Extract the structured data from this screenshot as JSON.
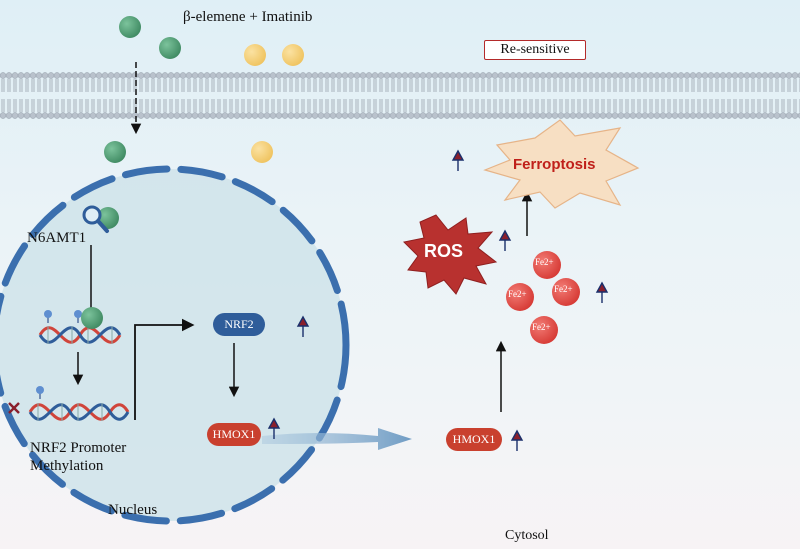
{
  "drugs": {
    "beta_elemene": "β-elemene",
    "plus": "+",
    "imatinib": "Imatinib"
  },
  "badge": {
    "resensitive": "Re-sensitive"
  },
  "nucleus": {
    "n6amt1": "N6AMT1",
    "nrf2_methylation_line1": "NRF2 Promoter",
    "nrf2_methylation_line2": "Methylation",
    "label": "Nucleus",
    "nrf2": "NRF2",
    "hmox1": "HMOX1"
  },
  "cytosol": {
    "hmox1": "HMOX1",
    "ros": "ROS",
    "ferroptosis": "Ferroptosis",
    "fe_ions": [
      "Fe2+",
      "Fe2+",
      "Fe2+",
      "Fe2+"
    ],
    "label": "Cytosol"
  },
  "colors": {
    "green_drug": "#4f9a73",
    "yellow_drug": "#f6d27e",
    "nucleus_border": "#3b6fae",
    "nrf2_pill": "#2f5d9a",
    "hmox1_pill": "#c9402e",
    "ros_star": "#b8312f",
    "ferroptosis_text": "#c0201a",
    "fe_ion": "#e04b45",
    "up_arrow": "#8a1f2c"
  }
}
